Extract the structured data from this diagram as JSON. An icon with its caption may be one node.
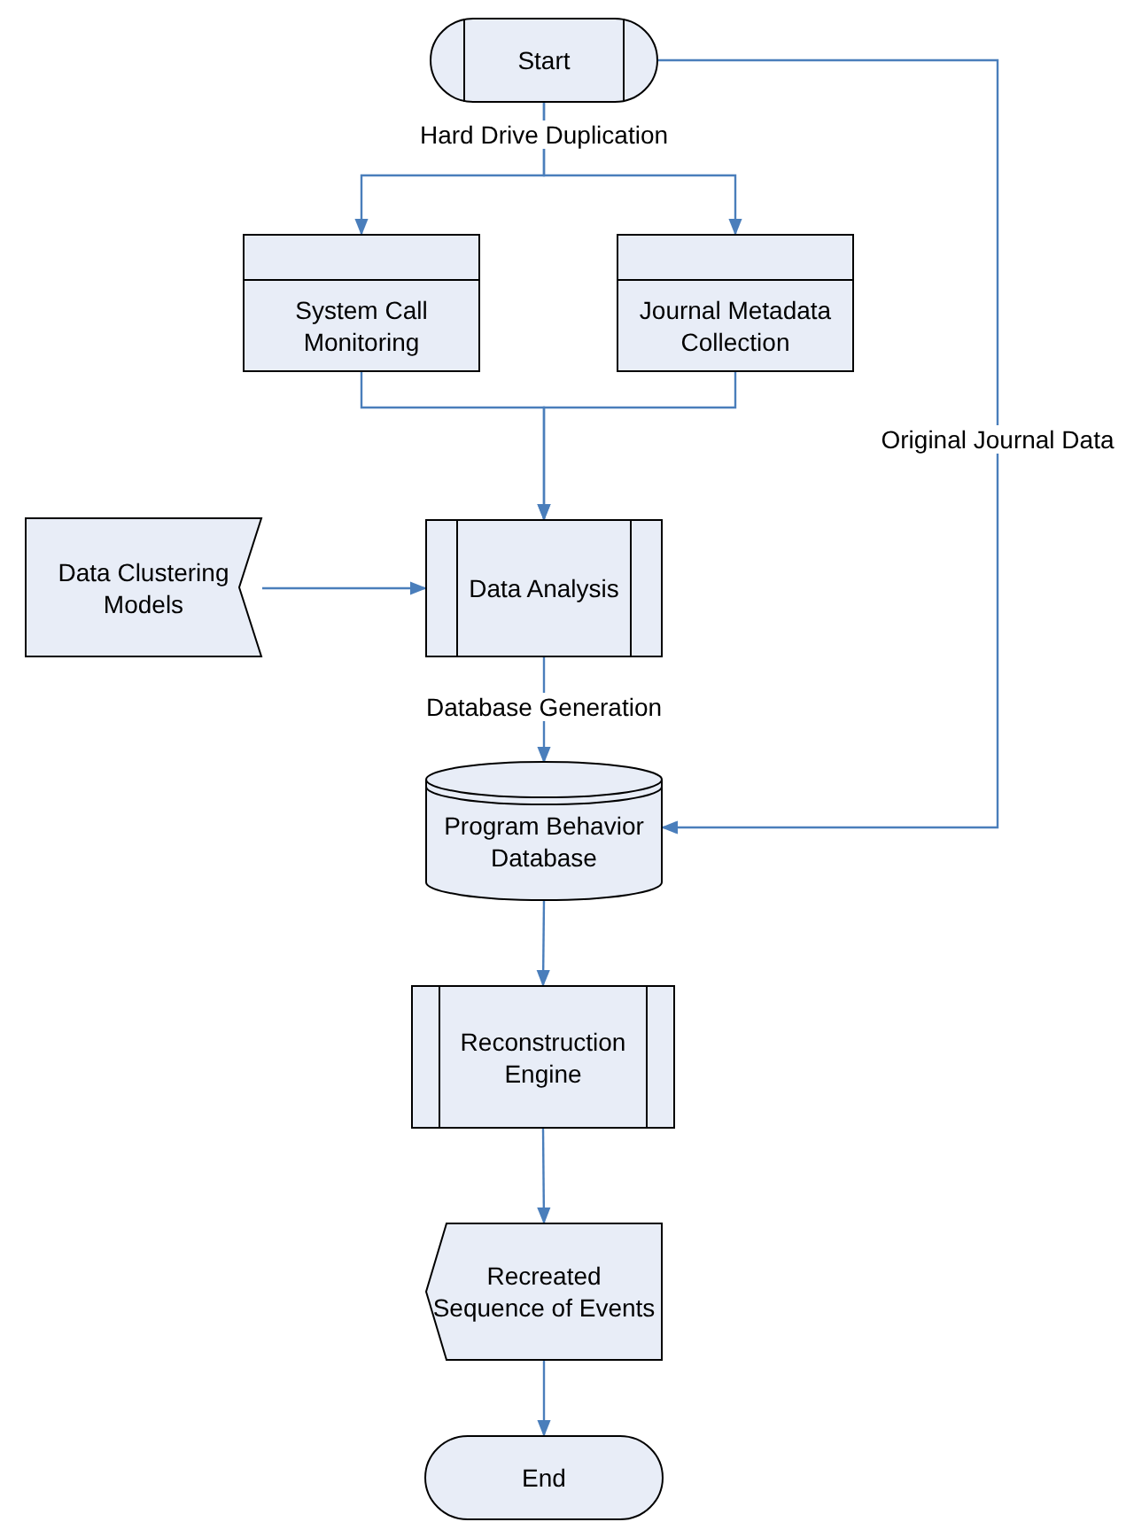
{
  "diagram": {
    "nodes": [
      {
        "text": [
          "Start"
        ]
      },
      {
        "text": [
          "System Call Monitoring"
        ]
      },
      {
        "text": [
          "Journal Metadata Collection"
        ]
      },
      {
        "text": [
          "Data Clustering Models"
        ]
      },
      {
        "text": [
          "Data Analysis"
        ]
      },
      {
        "text": [
          "Program Behavior Database"
        ]
      },
      {
        "text": [
          "Reconstruction Engine"
        ]
      },
      {
        "text": [
          "Recreated Sequence of Events"
        ]
      },
      {
        "text": [
          "End"
        ]
      }
    ],
    "edges": [
      {
        "from": 0,
        "to": 1,
        "arrow": "to",
        "label": "Hard Drive Duplication"
      },
      {
        "from": 0,
        "to": 2,
        "arrow": "to"
      },
      {
        "from": 1,
        "to": 4,
        "arrow": "to"
      },
      {
        "from": 2,
        "to": 4,
        "arrow": "to"
      },
      {
        "from": 3,
        "to": 4,
        "arrow": "to"
      },
      {
        "from": 4,
        "to": 5,
        "arrow": "to",
        "label": "Database Generation"
      },
      {
        "from": 0,
        "to": 5,
        "arrow": "to",
        "label": "Original Journal Data"
      },
      {
        "from": 5,
        "to": 6,
        "arrow": "to"
      },
      {
        "from": 6,
        "to": 7,
        "arrow": "to"
      },
      {
        "from": 7,
        "to": 8,
        "arrow": "to"
      }
    ]
  }
}
